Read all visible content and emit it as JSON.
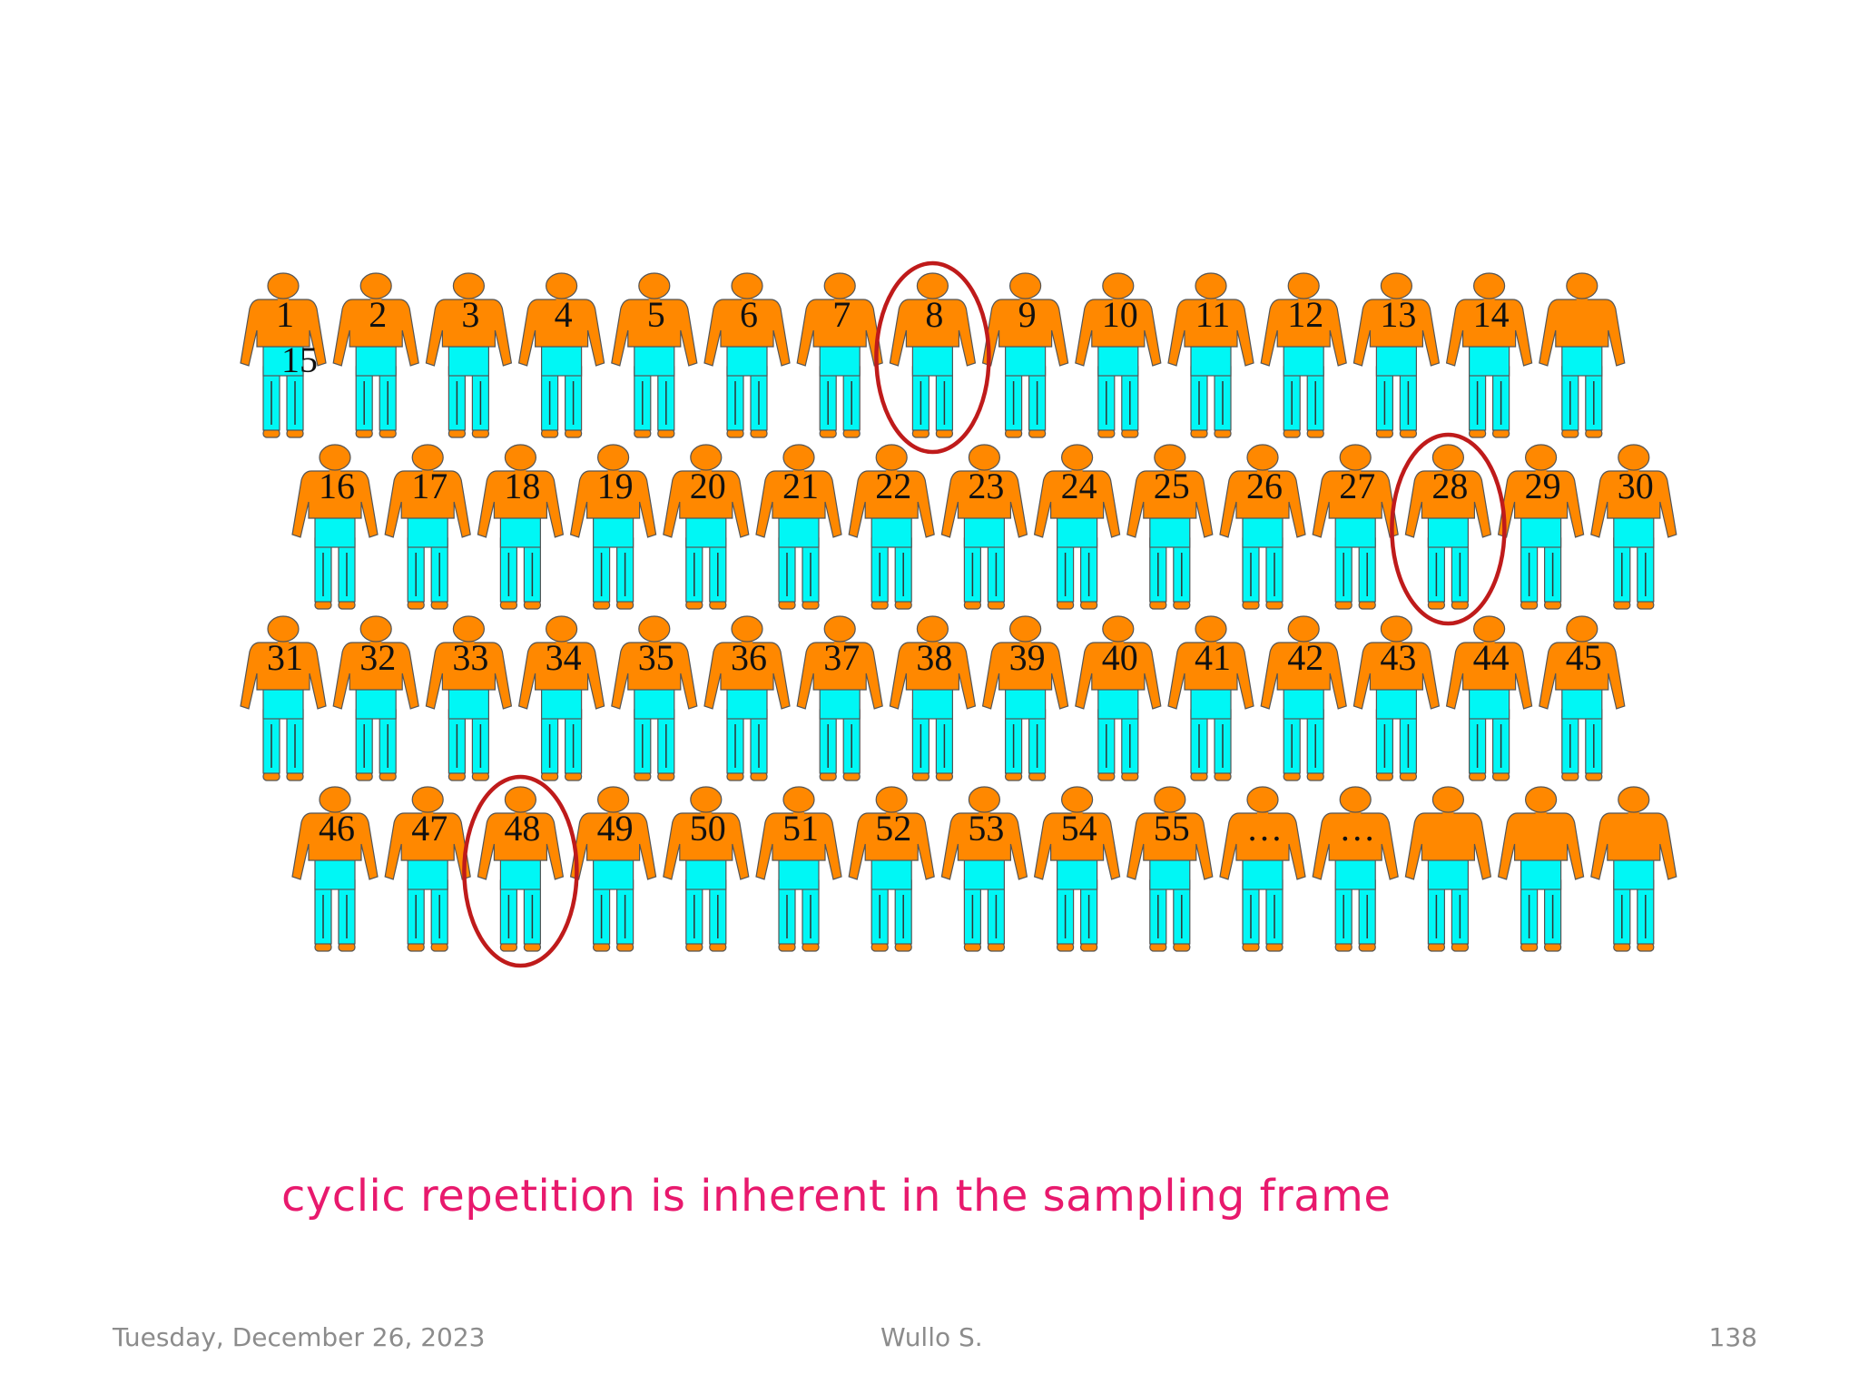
{
  "caption": "cyclic repetition is inherent in the  sampling frame",
  "footer": {
    "date": "Tuesday, December 26, 2023",
    "author": "Wullo S.",
    "page": "138"
  },
  "colors": {
    "shirt": "#ff8800",
    "pants": "#00f7f5",
    "outline": "#555555",
    "circle": "#bf1b1b",
    "caption": "#e8196d",
    "footer": "#8c8c8c",
    "label": "#111111"
  },
  "figure": {
    "rows": [
      {
        "labels": [
          "1",
          "2",
          "3",
          "4",
          "5",
          "6",
          "7",
          "8",
          "9",
          "10",
          "11",
          "12",
          "13",
          "14",
          ""
        ],
        "extra_label": "15"
      },
      {
        "labels": [
          "16",
          "17",
          "18",
          "19",
          "20",
          "21",
          "22",
          "23",
          "24",
          "25",
          "26",
          "27",
          "28",
          "29",
          "30"
        ]
      },
      {
        "labels": [
          "31",
          "32",
          "33",
          "34",
          "35",
          "36",
          "37",
          "38",
          "39",
          "40",
          "41",
          "42",
          "43",
          "44",
          "45"
        ]
      },
      {
        "labels": [
          "46",
          "47",
          "48",
          "49",
          "50",
          "51",
          "52",
          "53",
          "54",
          "55",
          "…",
          "…",
          "",
          "",
          ""
        ]
      }
    ],
    "circled": [
      "8",
      "28",
      "48"
    ]
  }
}
